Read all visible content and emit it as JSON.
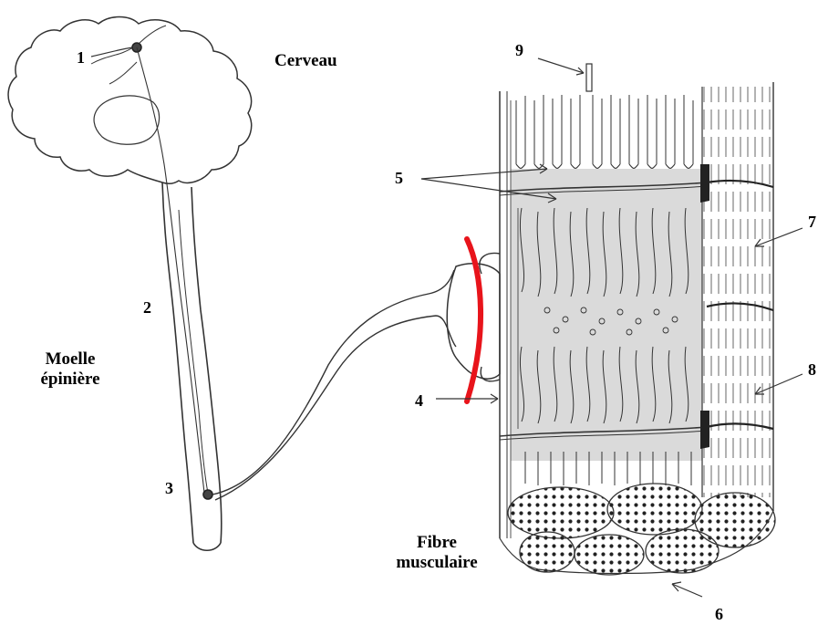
{
  "labels": {
    "brain": "Cerveau",
    "spinal_cord_line1": "Moelle",
    "spinal_cord_line2": "épinière",
    "fiber_line1": "Fibre",
    "fiber_line2": "musculaire"
  },
  "numbers": {
    "n1": "1",
    "n2": "2",
    "n3": "3",
    "n4": "4",
    "n5": "5",
    "n6": "6",
    "n7": "7",
    "n8": "8",
    "n9": "9"
  },
  "colors": {
    "highlight": "#e8141b",
    "ink": "#222222",
    "shade": "#d6d6d6"
  }
}
